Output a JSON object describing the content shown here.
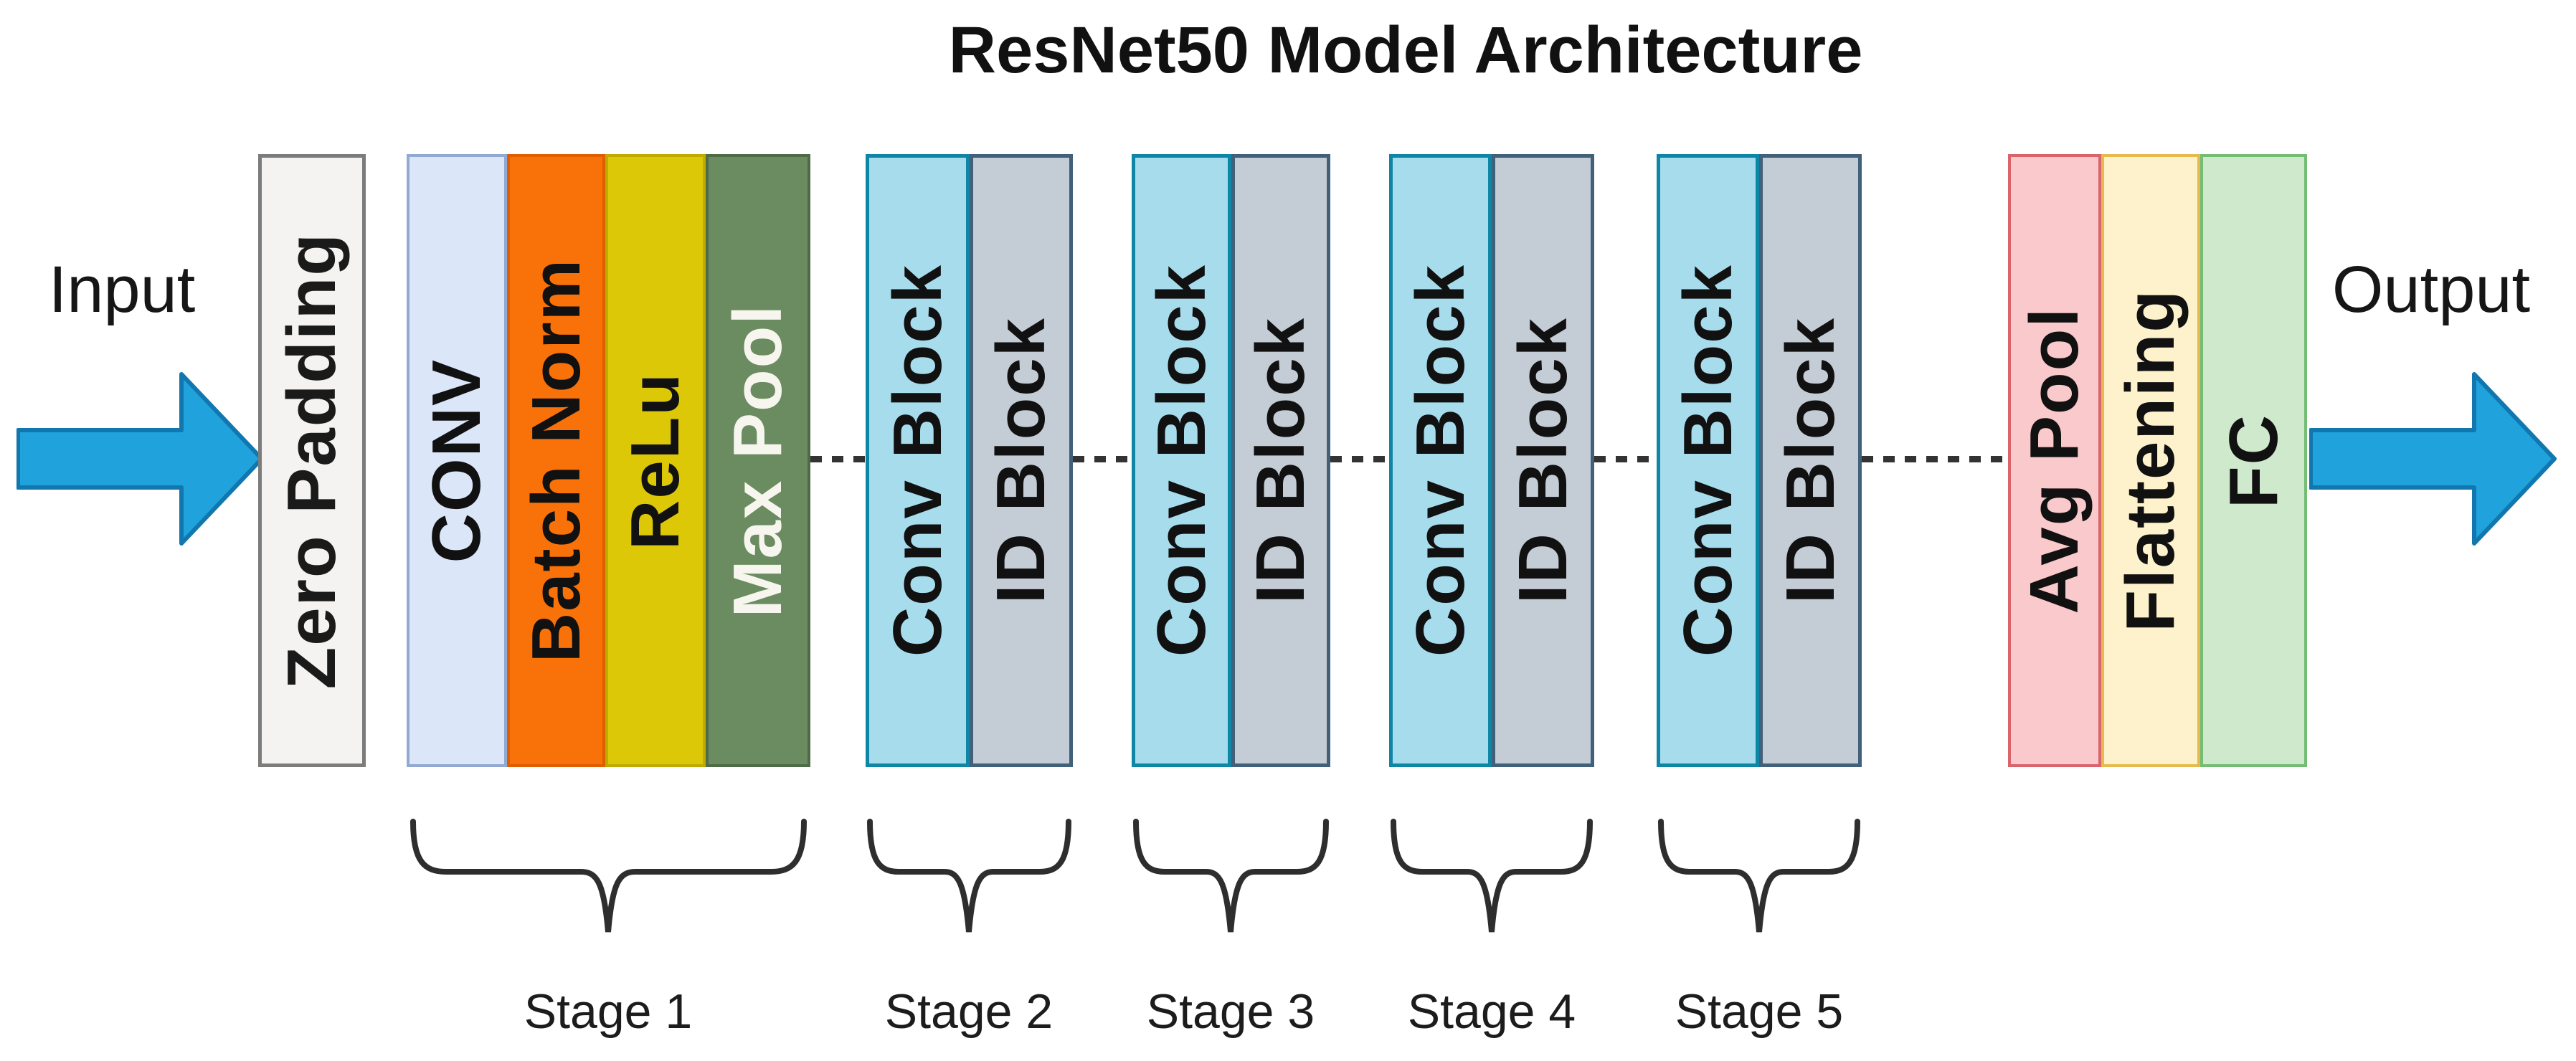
{
  "title": "ResNet50 Model Architecture",
  "input_label": "Input",
  "output_label": "Output",
  "arrow": {
    "fill": "#20a3dd",
    "stroke": "#1277ae"
  },
  "dash": {
    "color": "#333333"
  },
  "zero_padding": {
    "label": "Zero Padding",
    "fill": "#f4f3f1",
    "border": "#7c7c7c",
    "text": "#1a1a1a"
  },
  "stages": [
    {
      "caption": "Stage 1",
      "blocks": [
        {
          "label": "CONV",
          "fill": "#dbe6f8",
          "border": "#92a9d1",
          "text": "#111111"
        },
        {
          "label": "Batch Norm",
          "fill": "#f87109",
          "border": "#e05d00",
          "text": "#111111"
        },
        {
          "label": "ReLu",
          "fill": "#ddc808",
          "border": "#bfaa00",
          "text": "#111111"
        },
        {
          "label": "Max Pool",
          "fill": "#6b8b60",
          "border": "#4e6a47",
          "text": "#f7f6ee"
        }
      ]
    },
    {
      "caption": "Stage 2",
      "blocks": [
        {
          "label": "Conv Block",
          "fill": "#a7dcec",
          "border": "#0f86a6",
          "text": "#111111"
        },
        {
          "label": "ID Block",
          "fill": "#c4ccd5",
          "border": "#41607a",
          "text": "#111111"
        }
      ]
    },
    {
      "caption": "Stage 3",
      "blocks": [
        {
          "label": "Conv Block",
          "fill": "#a7dcec",
          "border": "#0f86a6",
          "text": "#111111"
        },
        {
          "label": "ID Block",
          "fill": "#c4ccd5",
          "border": "#41607a",
          "text": "#111111"
        }
      ]
    },
    {
      "caption": "Stage 4",
      "blocks": [
        {
          "label": "Conv Block",
          "fill": "#a7dcec",
          "border": "#0f86a6",
          "text": "#111111"
        },
        {
          "label": "ID Block",
          "fill": "#c4ccd5",
          "border": "#41607a",
          "text": "#111111"
        }
      ]
    },
    {
      "caption": "Stage 5",
      "blocks": [
        {
          "label": "Conv Block",
          "fill": "#a7dcec",
          "border": "#0f86a6",
          "text": "#111111"
        },
        {
          "label": "ID Block",
          "fill": "#c4ccd5",
          "border": "#41607a",
          "text": "#111111"
        }
      ]
    }
  ],
  "final_blocks": [
    {
      "label": "Avg Pool",
      "fill": "#f9c9cb",
      "border": "#da646b",
      "text": "#111111"
    },
    {
      "label": "Flattening",
      "fill": "#fdf2cb",
      "border": "#e6ba4e",
      "text": "#111111"
    },
    {
      "label": "FC",
      "fill": "#cfe9cd",
      "border": "#74bd75",
      "text": "#111111"
    }
  ]
}
